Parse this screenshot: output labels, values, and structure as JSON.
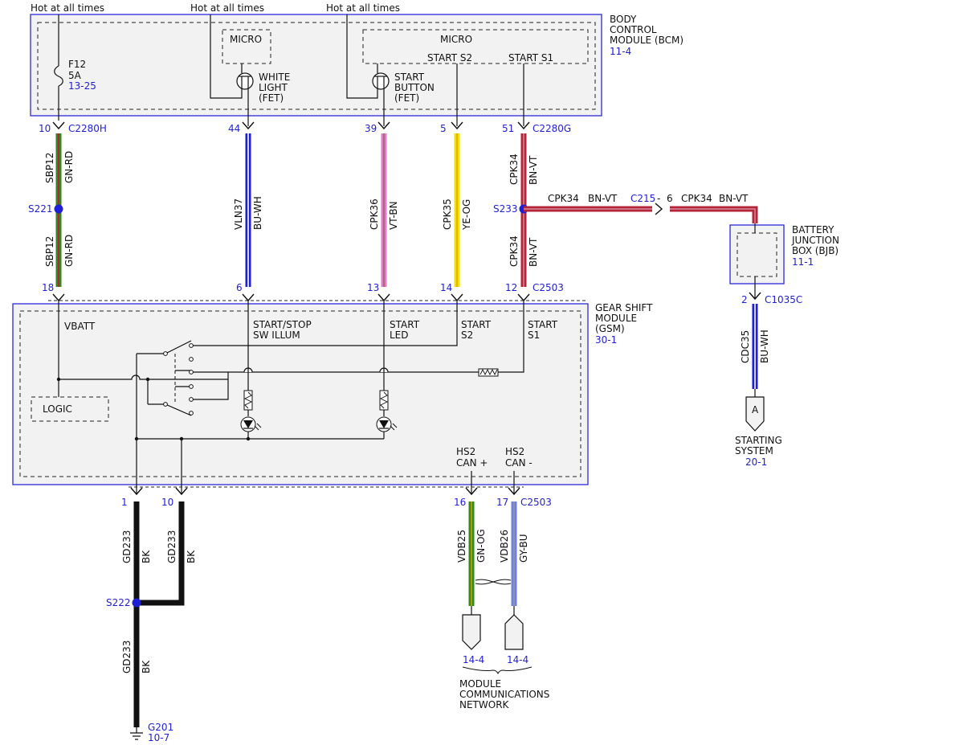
{
  "hot_labels": [
    "Hot at all times",
    "Hot at all times",
    "Hot at all times"
  ],
  "bcm": {
    "title": [
      "BODY",
      "CONTROL",
      "MODULE (BCM)"
    ],
    "ref": "11-4",
    "micro_left": "MICRO",
    "micro_right": "MICRO",
    "start_s2": "START S2",
    "start_s1": "START S1",
    "fuse": {
      "name": "F12",
      "rating": "5A",
      "ref": "13-25"
    },
    "white_light": [
      "WHITE",
      "LIGHT",
      "(FET)"
    ],
    "start_button": [
      "START",
      "BUTTON",
      "(FET)"
    ]
  },
  "connectors": {
    "c2280h": "C2280H",
    "c2280g": "C2280G",
    "c2503_top": "C2503",
    "c2503_bottom": "C2503",
    "c215": "C215",
    "c1035c": "C1035C"
  },
  "pins": {
    "bcm_10": "10",
    "bcm_44": "44",
    "bcm_39": "39",
    "bcm_5": "5",
    "bcm_51": "51",
    "gsm_18": "18",
    "gsm_6": "6",
    "gsm_13": "13",
    "gsm_14": "14",
    "gsm_12": "12",
    "gsm_1": "1",
    "gsm_10": "10",
    "gsm_16": "16",
    "gsm_17": "17",
    "c215_left": "-",
    "c215_right": "6",
    "bjb_2": "2"
  },
  "wires": {
    "sbp12_top": {
      "circuit": "SBP12",
      "color": "GN-RD"
    },
    "sbp12_bot": {
      "circuit": "SBP12",
      "color": "GN-RD"
    },
    "vln37": {
      "circuit": "VLN37",
      "color": "BU-WH"
    },
    "cpk36": {
      "circuit": "CPK36",
      "color": "VT-BN"
    },
    "cpk35": {
      "circuit": "CPK35",
      "color": "YE-OG"
    },
    "cpk34_top": {
      "circuit": "CPK34",
      "color": "BN-VT"
    },
    "cpk34_bot": {
      "circuit": "CPK34",
      "color": "BN-VT"
    },
    "cpk34_h1": {
      "circuit": "CPK34",
      "color": "BN-VT"
    },
    "cpk34_h2": {
      "circuit": "CPK34",
      "color": "BN-VT"
    },
    "cdc35": {
      "circuit": "CDC35",
      "color": "BU-WH"
    },
    "gd233_1": {
      "circuit": "GD233",
      "color": "BK"
    },
    "gd233_2": {
      "circuit": "GD233",
      "color": "BK"
    },
    "gd233_3": {
      "circuit": "GD233",
      "color": "BK"
    },
    "vdb25": {
      "circuit": "VDB25",
      "color": "GN-OG"
    },
    "vdb26": {
      "circuit": "VDB26",
      "color": "GY-BU"
    }
  },
  "splices": {
    "s221": "S221",
    "s233": "S233",
    "s222": "S222"
  },
  "bjb": {
    "title": [
      "BATTERY",
      "JUNCTION",
      "BOX (BJB)"
    ],
    "ref": "11-1"
  },
  "gsm": {
    "title": [
      "GEAR SHIFT",
      "MODULE",
      "(GSM)"
    ],
    "ref": "30-1",
    "vbatt": "VBATT",
    "start_stop": [
      "START/STOP",
      "SW ILLUM"
    ],
    "start_led": [
      "START",
      "LED"
    ],
    "start_s2": [
      "START",
      "S2"
    ],
    "start_s1": [
      "START",
      "S1"
    ],
    "logic": "LOGIC",
    "hs2_canp": [
      "HS2",
      "CAN +"
    ],
    "hs2_canm": [
      "HS2",
      "CAN -"
    ]
  },
  "starting": {
    "letter": "A",
    "label": [
      "STARTING",
      "SYSTEM"
    ],
    "ref": "20-1"
  },
  "network": {
    "ref_left": "14-4",
    "ref_right": "14-4",
    "label": [
      "MODULE",
      "COMMUNICATIONS",
      "NETWORK"
    ]
  },
  "ground": {
    "name": "G201",
    "ref": "10-7"
  },
  "colors": {
    "module_border": "#2a2ad8",
    "blue_text": "#1f1fd6",
    "green": "#2e8b1e",
    "red": "#b3263a",
    "blue_wire": "#1f1fd6",
    "pink": "#e47ad0",
    "yellow": "#f2e200",
    "lightblue": "#6f7fe0"
  }
}
